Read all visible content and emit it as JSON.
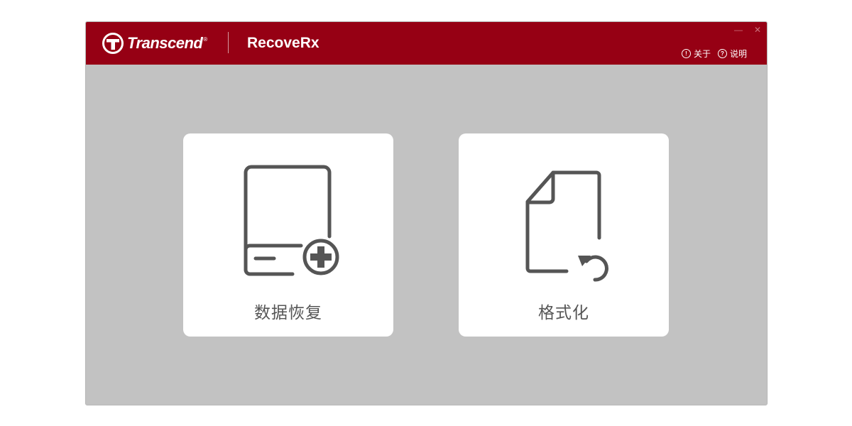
{
  "titlebar": {
    "brand": "Transcend",
    "brand_reg": "®",
    "app_name": "RecoveRx",
    "window_controls": {
      "minimize": "—",
      "close": "✕"
    },
    "links": [
      {
        "icon": "!",
        "icon_name": "info-icon",
        "label": "关于"
      },
      {
        "icon": "?",
        "icon_name": "help-icon",
        "label": "说明"
      }
    ]
  },
  "cards": [
    {
      "id": "recover",
      "label": "数据恢复",
      "icon": "drive-add-icon"
    },
    {
      "id": "format",
      "label": "格式化",
      "icon": "file-undo-icon"
    }
  ],
  "colors": {
    "titlebar": "#960014",
    "background": "#c2c2c2",
    "card": "#ffffff",
    "icon": "#555555"
  }
}
